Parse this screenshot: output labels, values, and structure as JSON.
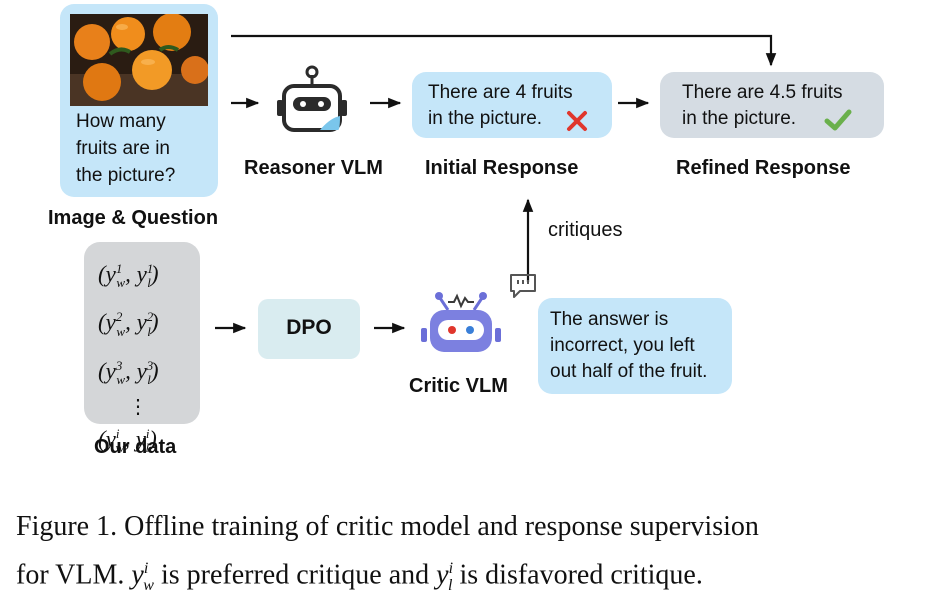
{
  "image_question": {
    "question_lines": [
      "How many",
      "fruits are in",
      "the picture?"
    ],
    "caption": "Image & Question"
  },
  "reasoner": {
    "caption": "Reasoner VLM"
  },
  "initial_response": {
    "lines": [
      "There are 4 fruits",
      "in the picture."
    ],
    "caption": "Initial Response",
    "mark_color": "#e0362c"
  },
  "refined_response": {
    "lines": [
      "There are 4.5 fruits",
      "in the picture."
    ],
    "caption": "Refined Response",
    "mark_color": "#6ab04c"
  },
  "critiques_label": "critiques",
  "our_data": {
    "caption": "Our data",
    "pairs": [
      {
        "w": "1",
        "l": "1"
      },
      {
        "w": "2",
        "l": "2"
      },
      {
        "w": "3",
        "l": "3"
      },
      {
        "w": "i",
        "l": "i"
      }
    ],
    "vdots": "⋮"
  },
  "dpo": {
    "label": "DPO"
  },
  "critic": {
    "caption": "Critic VLM",
    "lines": [
      "The answer is",
      "incorrect, you left",
      "out half of the fruit."
    ]
  },
  "figure_caption": {
    "line1": "Figure 1. Offline training of critic model and response supervision",
    "line2_a": "for VLM.",
    "line2_b": "is preferred critique and",
    "line2_c": "is disfavored critique."
  },
  "colors": {
    "light_blue": "#c5e6f9",
    "light_gray": "#d4d6d8",
    "refined_bg": "#d5dce3",
    "dpo_bg": "#d9ecf0",
    "robot_dark": "#2b2b2b",
    "critic_purple": "#6b6fd8"
  }
}
